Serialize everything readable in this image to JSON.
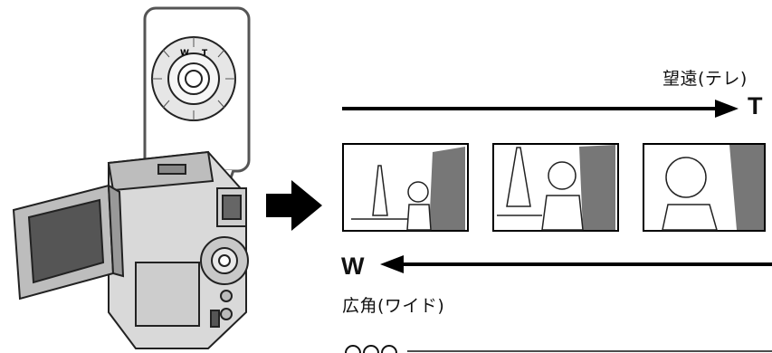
{
  "diagram": {
    "zoom_dial": {
      "mark_w": "W",
      "mark_t": "T"
    },
    "tele": {
      "label": "望遠(テレ)",
      "end_letter": "T"
    },
    "wide": {
      "label": "広角(ワイド)",
      "end_letter": "W"
    },
    "frames": [
      "wide-view-frame",
      "medium-view-frame",
      "telephoto-view-frame"
    ]
  }
}
